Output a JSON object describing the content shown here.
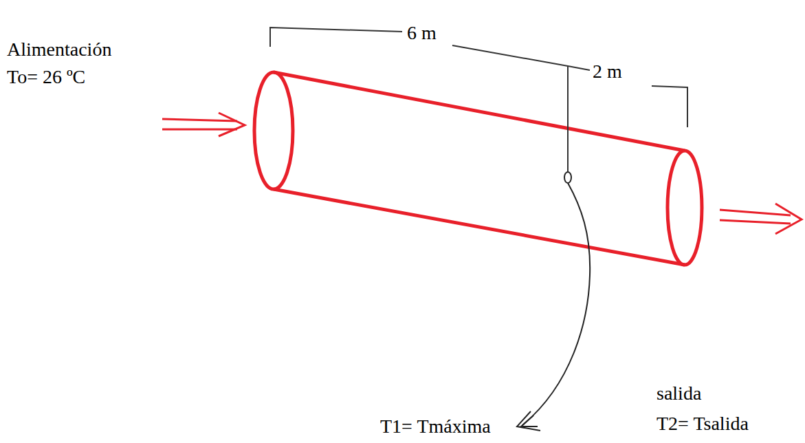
{
  "diagram": {
    "labels": [
      "Alimentación",
      "To= 26 ºC",
      "6 m",
      "2 m",
      "T1= Tmáxima",
      "salida",
      "T2= Tsalida"
    ]
  }
}
